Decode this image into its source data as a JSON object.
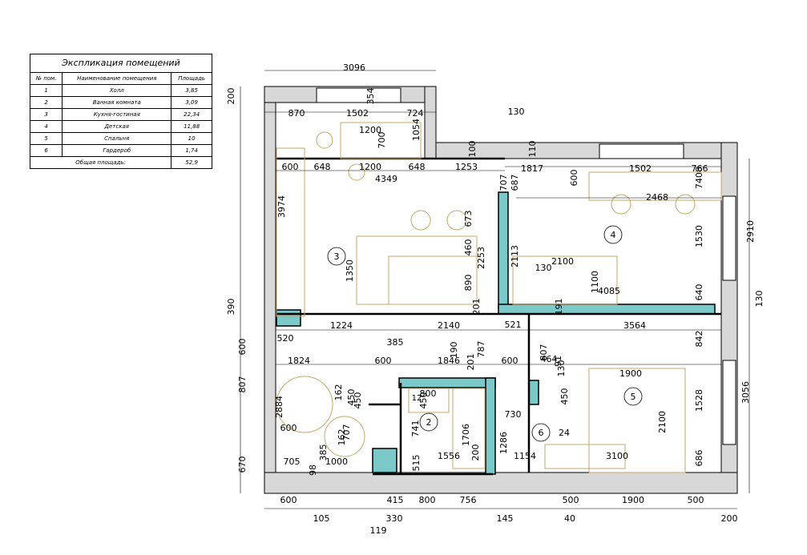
{
  "explication": {
    "title": "Экспликация помещений",
    "headers": [
      "№ пом.",
      "Наименование помещения",
      "Площадь"
    ],
    "rows": [
      {
        "num": "1",
        "name": "Холл",
        "area": "3,85"
      },
      {
        "num": "2",
        "name": "Ванная комната",
        "area": "3,09"
      },
      {
        "num": "3",
        "name": "Кухня-гостиная",
        "area": "22,34"
      },
      {
        "num": "4",
        "name": "Детская",
        "area": "11,88"
      },
      {
        "num": "5",
        "name": "Спальня",
        "area": "10"
      },
      {
        "num": "6",
        "name": "Гардероб",
        "area": "1,74"
      }
    ],
    "total_label": "Общая площадь:",
    "total_value": "52,9"
  },
  "room_numbers": [
    "3",
    "4",
    "2",
    "6",
    "5"
  ],
  "dimensions": [
    "3096",
    "200",
    "870",
    "1502",
    "354",
    "724",
    "130",
    "1200",
    "700",
    "1054",
    "100",
    "110",
    "600",
    "648",
    "1200",
    "648",
    "1253",
    "1817",
    "1502",
    "766",
    "4349",
    "707",
    "687",
    "600",
    "7408",
    "2468",
    "3974",
    "673",
    "460",
    "2253",
    "2113",
    "1530",
    "2910",
    "1350",
    "2100",
    "890",
    "1100",
    "130",
    "4085",
    "640",
    "201",
    "191",
    "130",
    "390",
    "520",
    "1224",
    "2140",
    "521",
    "3564",
    "385",
    "842",
    "600",
    "1824",
    "600",
    "1846",
    "190",
    "787",
    "600",
    "807",
    "464",
    "91",
    "201",
    "130",
    "1900",
    "807",
    "162",
    "450",
    "800",
    "450",
    "3056",
    "2884",
    "707",
    "600",
    "741",
    "1706",
    "1286",
    "162",
    "385",
    "705",
    "1000",
    "515",
    "1556",
    "1154",
    "2100",
    "1528",
    "200",
    "3100",
    "686",
    "670",
    "600",
    "98",
    "415",
    "800",
    "756",
    "500",
    "1900",
    "500",
    "105",
    "330",
    "145",
    "40",
    "119",
    "200",
    "730",
    "24",
    "12",
    "450",
    "450"
  ],
  "colors": {
    "wall_fill": "#d8d8d8",
    "new_wall": "#7cc9c9",
    "furniture": "#c8a66a",
    "line": "#000000"
  }
}
